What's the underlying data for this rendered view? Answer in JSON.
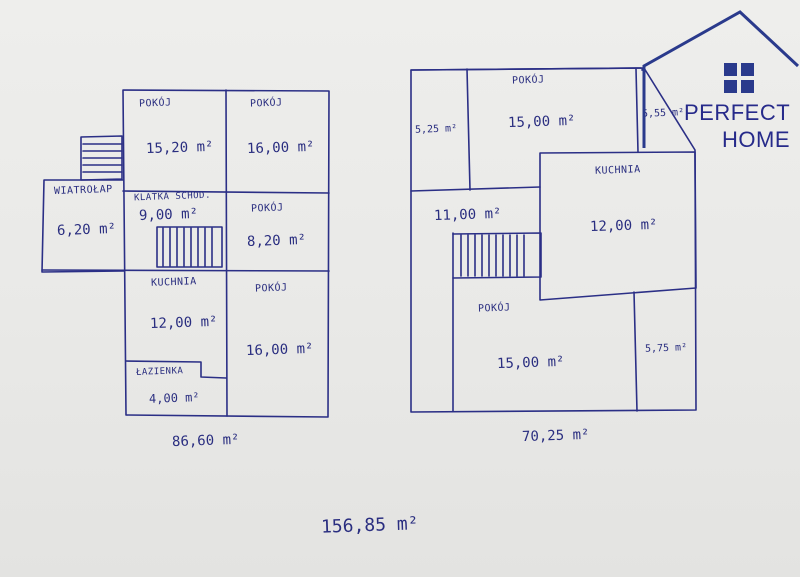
{
  "logo": {
    "brand_line1": "PERFECT",
    "brand_line2": "HOME",
    "color": "#2a3a8c"
  },
  "floor1": {
    "rooms": [
      {
        "name": "POKÓJ",
        "area": "15,20 m²"
      },
      {
        "name": "POKÓJ",
        "area": "16,00 m²"
      },
      {
        "name": "WIATROŁAP",
        "area": "6,20 m²"
      },
      {
        "name": "KLATKA SCHOD.",
        "area": "9,00 m²"
      },
      {
        "name": "POKÓJ",
        "area": "8,20 m²"
      },
      {
        "name": "KUCHNIA",
        "area": "12,00 m²"
      },
      {
        "name": "POKÓJ",
        "area": "16,00 m²"
      },
      {
        "name": "ŁAZIENKA",
        "area": "4,00 m²"
      }
    ],
    "total": "86,60 m²"
  },
  "floor2": {
    "rooms": [
      {
        "name": "",
        "area": "5,25 m²"
      },
      {
        "name": "POKÓJ",
        "area": "15,00 m²"
      },
      {
        "name": "",
        "area": "5,55 m²"
      },
      {
        "name": "KUCHNIA",
        "area": "12,00 m²"
      },
      {
        "name": "",
        "area": "11,00 m²"
      },
      {
        "name": "POKÓJ",
        "area": "15,00 m²"
      },
      {
        "name": "",
        "area": "5,75 m²"
      }
    ],
    "total": "70,25 m²"
  },
  "grand_total": "156,85 m²",
  "ink_color": "#2b2f86"
}
